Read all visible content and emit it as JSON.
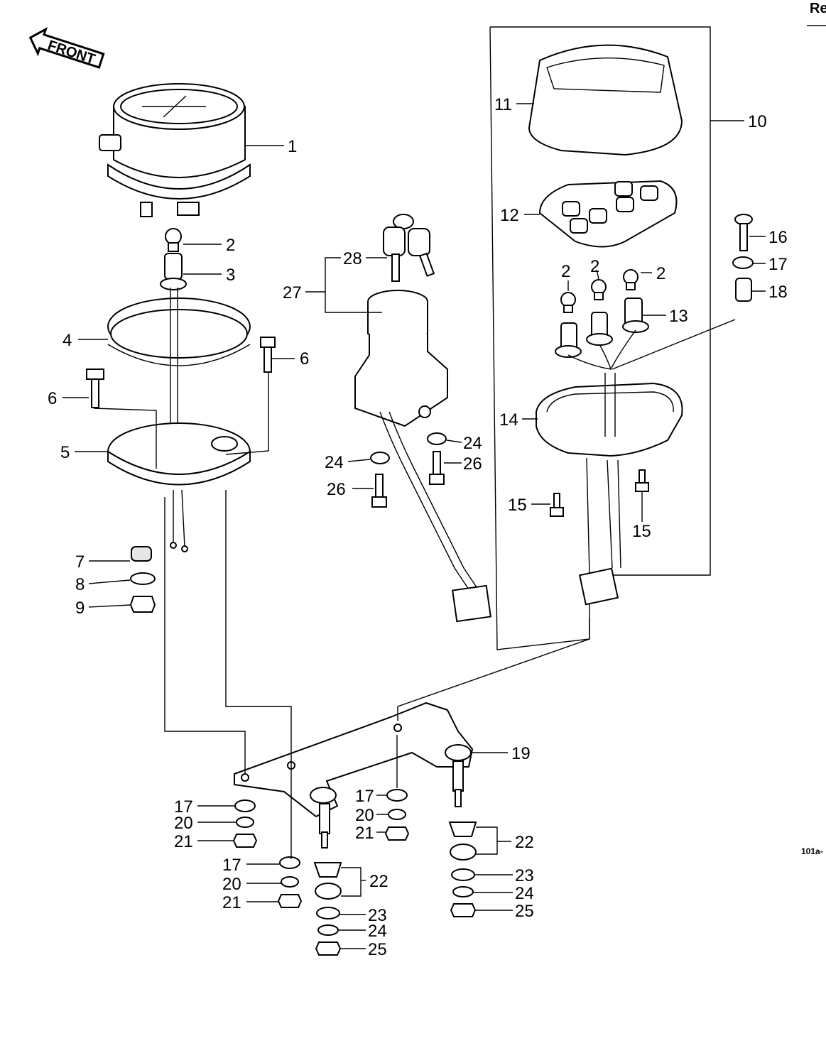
{
  "header_fragment": "Re",
  "front_arrow": "FRONT",
  "corner_code": "101a-",
  "callouts": [
    "1",
    "2",
    "3",
    "4",
    "5",
    "6",
    "6",
    "7",
    "8",
    "9",
    "10",
    "11",
    "12",
    "2",
    "2",
    "2",
    "13",
    "14",
    "15",
    "15",
    "16",
    "17",
    "18",
    "19",
    "17",
    "20",
    "21",
    "17",
    "20",
    "21",
    "22",
    "23",
    "24",
    "25",
    "17",
    "20",
    "21",
    "22",
    "23",
    "24",
    "25",
    "24",
    "26",
    "24",
    "26",
    "27",
    "28"
  ]
}
